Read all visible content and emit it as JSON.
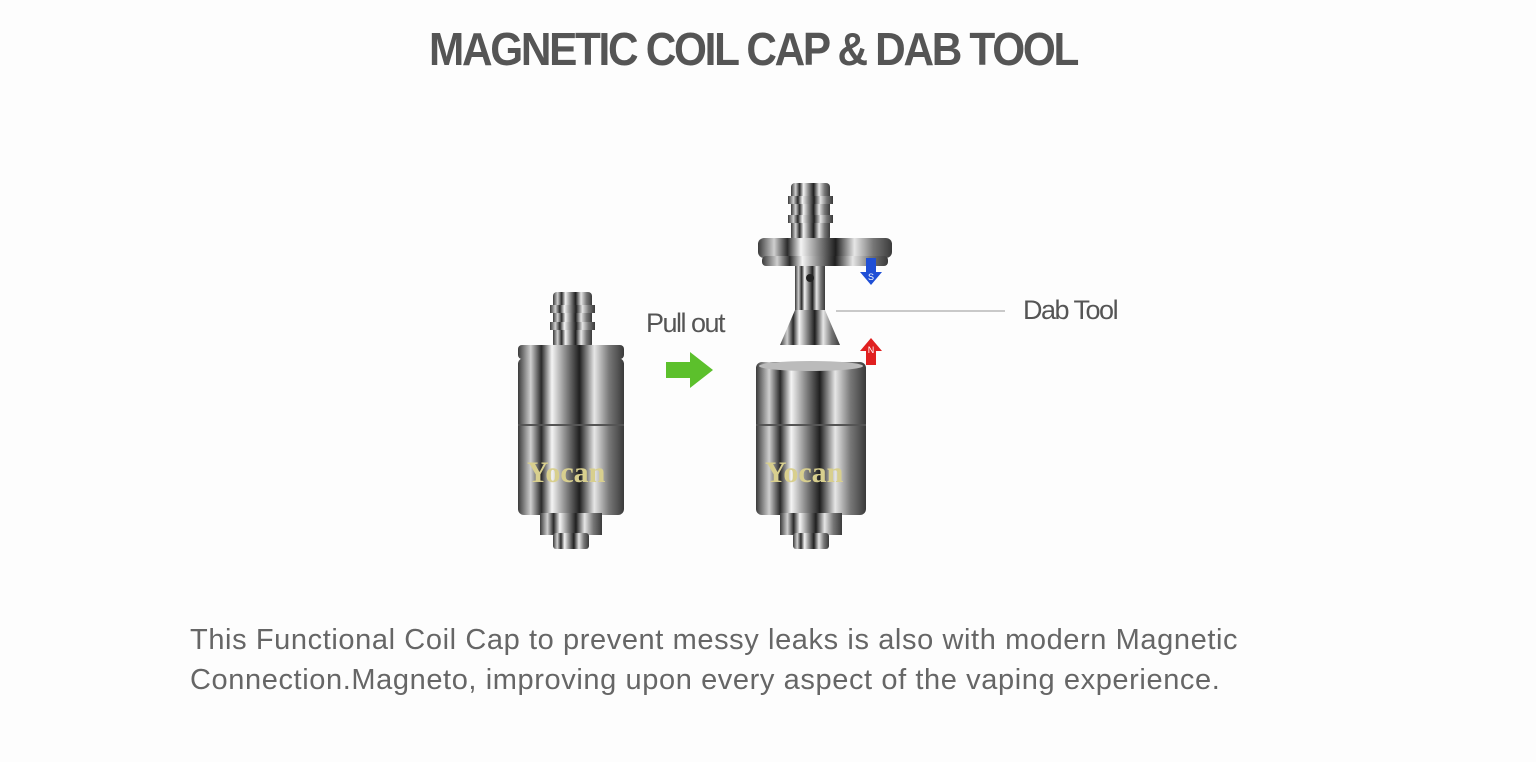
{
  "title": "MAGNETIC COIL CAP & DAB TOOL",
  "labels": {
    "pull_out": "Pull out",
    "dab_tool": "Dab Tool"
  },
  "magnet_poles": {
    "south": "S",
    "north": "N"
  },
  "brand_logo": "Yocan",
  "description": [
    "This Functional Coil Cap to prevent messy leaks is also with modern Magnetic",
    "Connection.Magneto, improving upon every aspect of the vaping experience."
  ],
  "colors": {
    "arrow_green": "#5cc02c",
    "south_blue": "#1f4fd6",
    "north_red": "#e02020",
    "logo_gold": "#d8cf8e"
  }
}
